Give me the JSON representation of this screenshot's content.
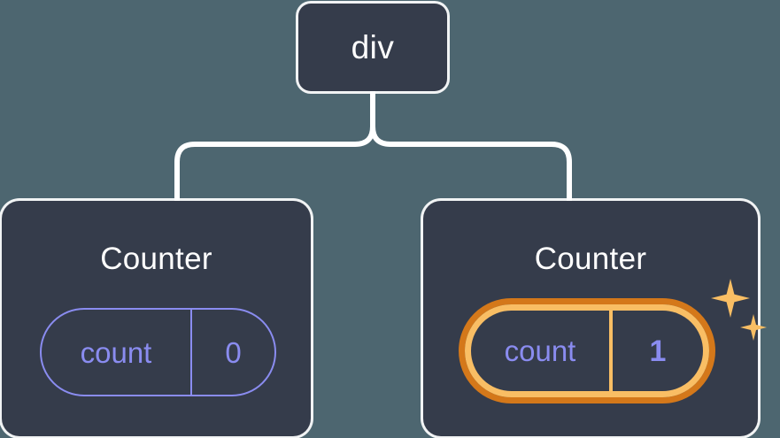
{
  "diagram": {
    "title": "react component tree with highlighted state",
    "background_color": "#4d6670",
    "node_fill_color": "#353c4b",
    "connector_color": "#ffffff",
    "accent_periwinkle": "#8a8cf0",
    "accent_orange_outer": "#d4781a",
    "accent_orange_inner": "#f9be64"
  },
  "root": {
    "label": "div"
  },
  "children": [
    {
      "title": "Counter",
      "state": {
        "name": "count",
        "value": "0",
        "highlighted": false
      }
    },
    {
      "title": "Counter",
      "state": {
        "name": "count",
        "value": "1",
        "highlighted": true
      },
      "sparkles": {
        "big": "sparkle-icon",
        "small": "sparkle-icon"
      }
    }
  ]
}
